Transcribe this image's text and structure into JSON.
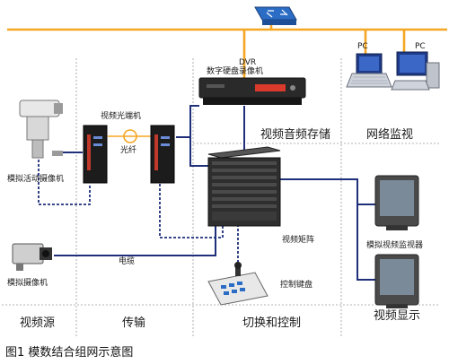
{
  "labels": {
    "dvr_title": "DVR",
    "dvr_subtitle": "数字硬盘录像机",
    "video_optical_terminal": "视频光端机",
    "optical_fiber": "光纤",
    "analog_ptz_camera": "模拟活动摄像机",
    "analog_camera": "模拟摄像机",
    "cable": "电缆",
    "video_matrix": "视频矩阵",
    "control_keyboard": "控制键盘",
    "analog_video_monitor": "模拟视频监视器",
    "pc_1": "PC",
    "pc_2": "PC"
  },
  "zones": {
    "video_source": "视频源",
    "transmission": "传输",
    "switching_control": "切换和控制",
    "video_display": "视频显示",
    "av_storage": "视频音频存储",
    "network_monitoring": "网络监视"
  },
  "caption": "图1  模数结合组网示意图",
  "colors": {
    "network_line": "#f5a623",
    "video_line": "#1f2f7a",
    "dashed_line": "#1f2f7a",
    "zone_divider": "#9a9a9a",
    "router": "#2b6cc4"
  }
}
